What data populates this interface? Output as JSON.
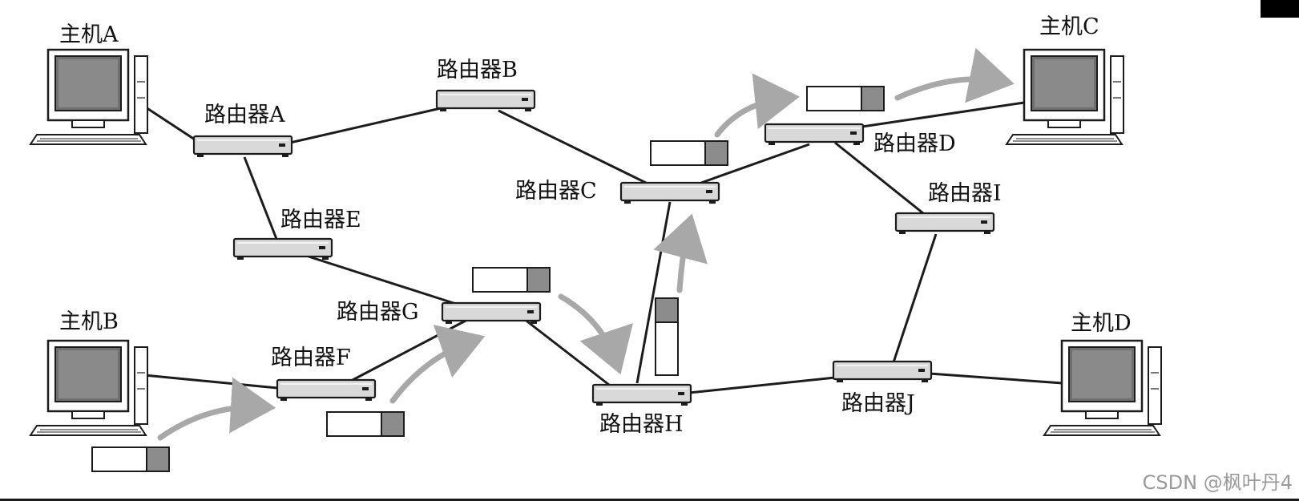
{
  "hosts": {
    "a": "主机A",
    "b": "主机B",
    "c": "主机C",
    "d": "主机D"
  },
  "routers": {
    "a": "路由器A",
    "b": "路由器B",
    "c": "路由器C",
    "d": "路由器D",
    "e": "路由器E",
    "f": "路由器F",
    "g": "路由器G",
    "h": "路由器H",
    "i": "路由器I",
    "j": "路由器J"
  },
  "links": [
    [
      "host-a",
      "router-a"
    ],
    [
      "router-a",
      "router-b"
    ],
    [
      "router-a",
      "router-e"
    ],
    [
      "router-b",
      "router-c"
    ],
    [
      "router-c",
      "router-d"
    ],
    [
      "router-d",
      "host-c"
    ],
    [
      "router-d",
      "router-i"
    ],
    [
      "router-e",
      "router-g"
    ],
    [
      "host-b",
      "router-f"
    ],
    [
      "router-f",
      "router-g"
    ],
    [
      "router-g",
      "router-h"
    ],
    [
      "router-h",
      "router-c"
    ],
    [
      "router-h",
      "router-j"
    ],
    [
      "router-j",
      "router-i"
    ],
    [
      "router-j",
      "host-d"
    ]
  ],
  "packet_path": [
    "host-b",
    "router-f",
    "router-g",
    "router-h",
    "router-c",
    "router-d",
    "host-c"
  ],
  "colors": {
    "line": "#1c1c1c",
    "router_fill": "#d9d9d9",
    "arrow": "#a8a8a8",
    "packet_header": "#8c8c8c",
    "screen": "#6f6f6f"
  },
  "watermark": "CSDN @枫叶丹4"
}
